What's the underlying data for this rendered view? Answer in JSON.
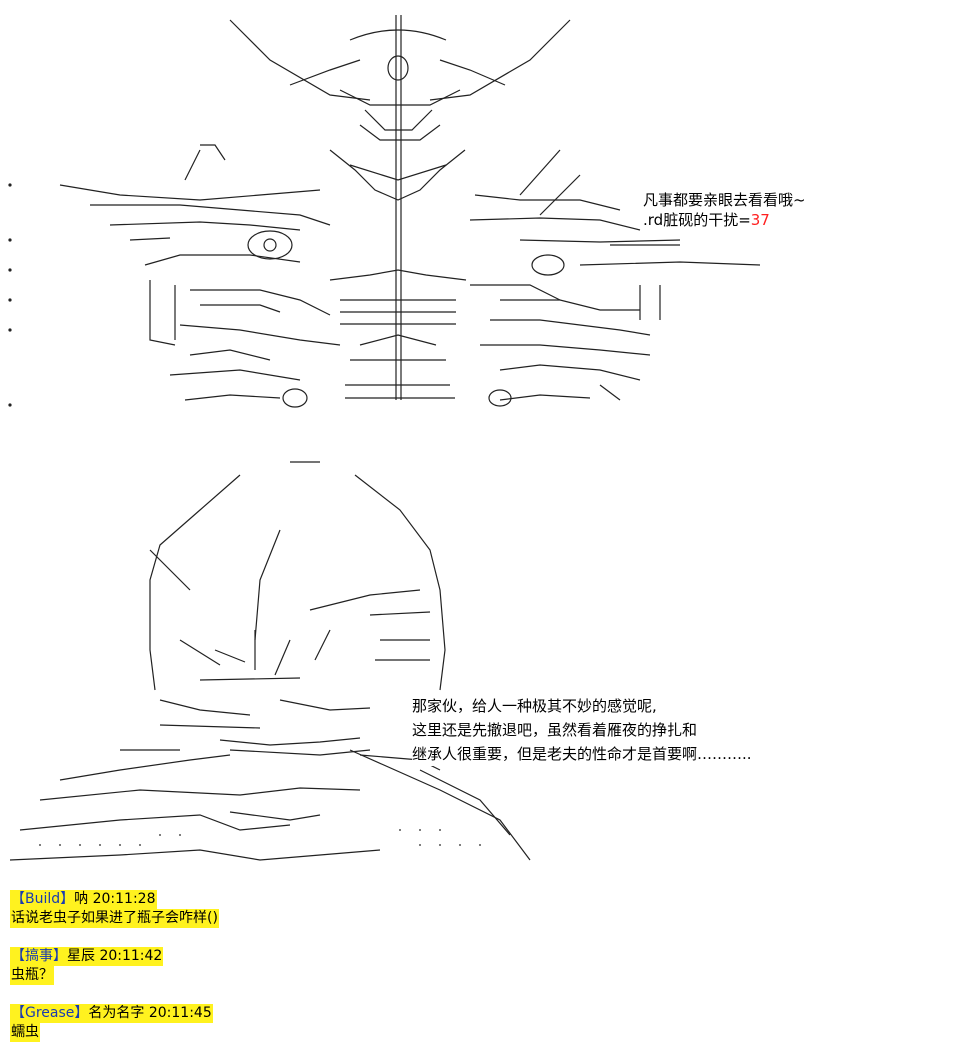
{
  "top_caption": {
    "line1": "凡事都要亲眼去看看哦~",
    "line2_prefix": ".rd脏砚的干扰=",
    "line2_value": "37"
  },
  "speech": {
    "lines": [
      "那家伙，给人一种极其不妙的感觉呢,",
      "这里还是先撤退吧，虽然看着雁夜的挣扎和",
      "继承人很重要，但是老夫的性命才是首要啊……….."
    ]
  },
  "chat": {
    "messages": [
      {
        "user": "【Build】",
        "action": "呐",
        "time": "20:11:28",
        "text": "话说老虫子如果进了瓶子会咋样()"
      },
      {
        "user": "【搞事】",
        "action": "星辰",
        "time": "20:11:42",
        "text": "虫瓶？"
      },
      {
        "user": "【Grease】",
        "action": "名为名字",
        "time": "20:11:45",
        "text": "蠕虫"
      }
    ]
  },
  "colors": {
    "highlight": "#fff21f",
    "value_red": "#ff2020",
    "link_blue": "#1a3cb0"
  }
}
